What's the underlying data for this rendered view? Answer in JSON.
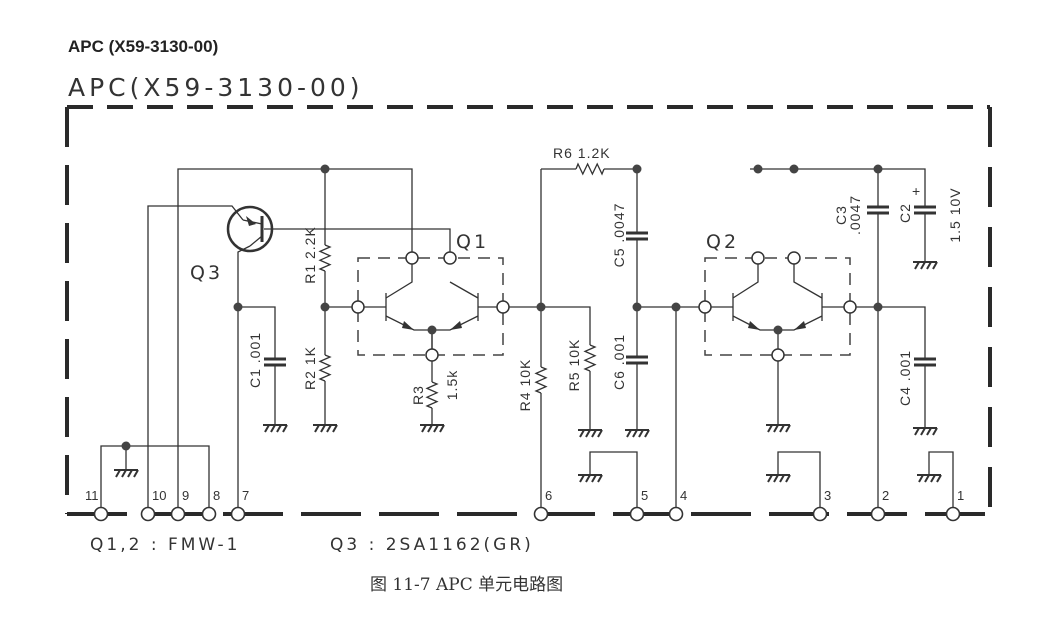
{
  "header": {
    "title": "APC (X59-3130-00)",
    "diagram_title": "APC(X59-3130-00)"
  },
  "transistors": {
    "q1": "Q1",
    "q2": "Q2",
    "q3": "Q3"
  },
  "components": {
    "r1": "R1 2.2K",
    "r2": "R2 1K",
    "r3": "R3",
    "r3_value": "1.5k",
    "r4": "R4 10K",
    "r5": "R5 10K",
    "r6": "R6 1.2K",
    "c1": "C1 .001",
    "c2": "C2",
    "c2_value": "1.5 10V",
    "c2_polarity": "+",
    "c3": "C3",
    "c3_value": ".0047",
    "c4": "C4 .001",
    "c5": "C5 .0047",
    "c6": "C6 .001"
  },
  "pins": [
    "11",
    "10",
    "9",
    "8",
    "7",
    "6",
    "5",
    "4",
    "3",
    "2",
    "1"
  ],
  "footer": {
    "q12_part": "Q1,2 : FMW-1",
    "q3_part": "Q3 : 2SA1162(GR)"
  },
  "caption": "图 11-7   APC 单元电路图",
  "colors": {
    "ink": "#333333",
    "paper": "#ffffff"
  }
}
